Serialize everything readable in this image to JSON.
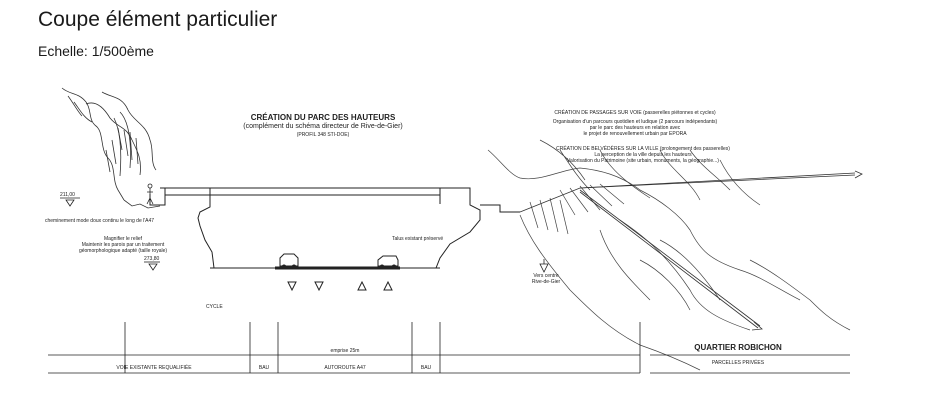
{
  "header": {
    "title": "Coupe élément particulier",
    "scale": "Echelle: 1/500ème"
  },
  "annotations": {
    "parc_title": "CRÉATION DU PARC DES HAUTEURS",
    "parc_sub": "(complément du schéma directeur de Rive-de-Gier)",
    "parc_profil": "(PROFIL 348 STI-DOE)",
    "passages_title": "CRÉATION DE PASSAGES SUR VOIE (passerelles piétonnes et cycles)",
    "passages_l1": "Organisation d'un parcours quotidien et ludique (2 parcours indépendants)",
    "passages_l2": "par le parc des hauteurs en relation avec",
    "passages_l3": "le projet de renouvellement urbain par EPORA",
    "belvederes_title": "CRÉATION DE BELVÉDÈRES SUR LA VILLE (prolongement des passerelles)",
    "belvederes_l1": "La perception de la ville depuis les hauteurs",
    "belvederes_l2": "Valorisation du Patrimoine (site urbain, monuments, la géographie...)",
    "alt_top": "211,00",
    "alt_bottom": "273,80",
    "cheminement": "cheminement mode doux continu le long de l'A47",
    "relief_l1": "Magnifier le relief",
    "relief_l2": "Maintenir les parois par un traitement",
    "relief_l3": "géomorphologique adapté (taille royale)",
    "talus": "Talus existant préservé",
    "vers_l1": "Vers centre",
    "vers_l2": "Rive-de-Gier",
    "cycle": "CYCLE",
    "emprise": "emprise 25m",
    "quartier": "QUARTIER ROBICHON",
    "parcelles": "PARCELLES PRIVÉES",
    "voie": "VOIE EXISTANTE REQUALIFIÉE",
    "bau1": "BAU",
    "autoroute": "AUTOROUTE A47",
    "bau2": "BAU"
  }
}
